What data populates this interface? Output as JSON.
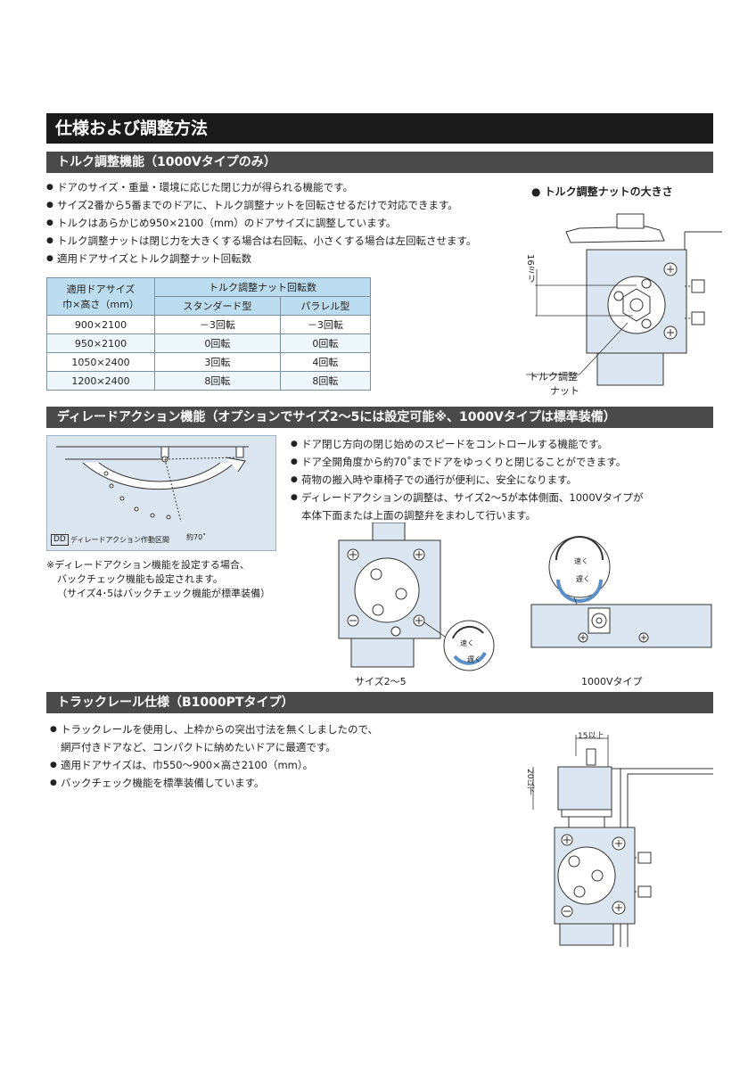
{
  "title": "仕様および調整方法",
  "sections": {
    "torque": {
      "heading": "トルク調整機能（1000Vタイプのみ）",
      "bullets": [
        "ドアのサイズ・重量・環境に応じた閉じ力が得られる機能です。",
        "サイズ2番から5番までのドアに、トルク調整ナットを回転させるだけで対応できます。",
        "トルクはあらかじめ950×2100（mm）のドアサイズに調整しています。",
        "トルク調整ナットは閉じ力を大きくする場合は右回転、小さくする場合は左回転させます。",
        "適用ドアサイズとトルク調整ナット回転数"
      ],
      "table": {
        "col1_header_line1": "適用ドアサイズ",
        "col1_header_line2": "巾×高さ（mm）",
        "group_header": "トルク調整ナット回転数",
        "sub_headers": [
          "スタンダード型",
          "パラレル型"
        ],
        "rows": [
          [
            "900×2100",
            "－3回転",
            "－3回転"
          ],
          [
            "950×2100",
            "0回転",
            "0回転"
          ],
          [
            "1050×2400",
            "3回転",
            "4回転"
          ],
          [
            "1200×2400",
            "8回転",
            "8回転"
          ]
        ]
      },
      "figure_title": "トルク調整ナットの大きさ",
      "figure_dim": "16ミリ",
      "figure_callout_line1": "トルク調整",
      "figure_callout_line2": "ナット"
    },
    "delayed": {
      "heading": "ディレードアクション機能（オプションでサイズ2～5には設定可能※、1000Vタイプは標準装備）",
      "diagram_legend_box": "DD",
      "diagram_legend": "ディレードアクション作動区間",
      "diagram_angle": "約70˚",
      "bullets": [
        "ドア閉じ方向の閉じ始めのスピードをコントロールする機能です。",
        "ドア全開角度から約70˚までドアをゆっくりと閉じることができます。",
        "荷物の搬入時や車椅子での通行が便利に、安全になります。",
        "ディレードアクションの調整は、サイズ2～5が本体側面、1000Vタイプが"
      ],
      "bullet_cont": "本体下面または上面の調整弁をまわして行います。",
      "note_lines": [
        "※ディレードアクション機能を設定する場合、",
        "バックチェック機能も設定されます。",
        "（サイズ4･5はバックチェック機能が標準装備）"
      ],
      "fast": "速く",
      "slow": "遅く",
      "caption_left": "サイズ2～5",
      "caption_right": "1000Vタイプ"
    },
    "track": {
      "heading": "トラックレール仕様（B1000PTタイプ）",
      "bullet1_line1": "トラックレールを使用し、上枠からの突出寸法を無くしましたので、",
      "bullet1_line2": "網戸付きドアなど、コンパクトに納めたいドアに最適です。",
      "bullet2": "適用ドアサイズは、巾550～900×高さ2100（mm）。",
      "bullet3": "バックチェック機能を標準装備しています。",
      "dim_top": "15以上",
      "dim_side": "20以下"
    }
  },
  "colors": {
    "body_fill": "#dbe6f1",
    "header_dark": "#1a1a1a",
    "section_head": "#4a4a4a",
    "table_head": "#bcdcef",
    "arrow_blue": "#5b8fc7"
  }
}
